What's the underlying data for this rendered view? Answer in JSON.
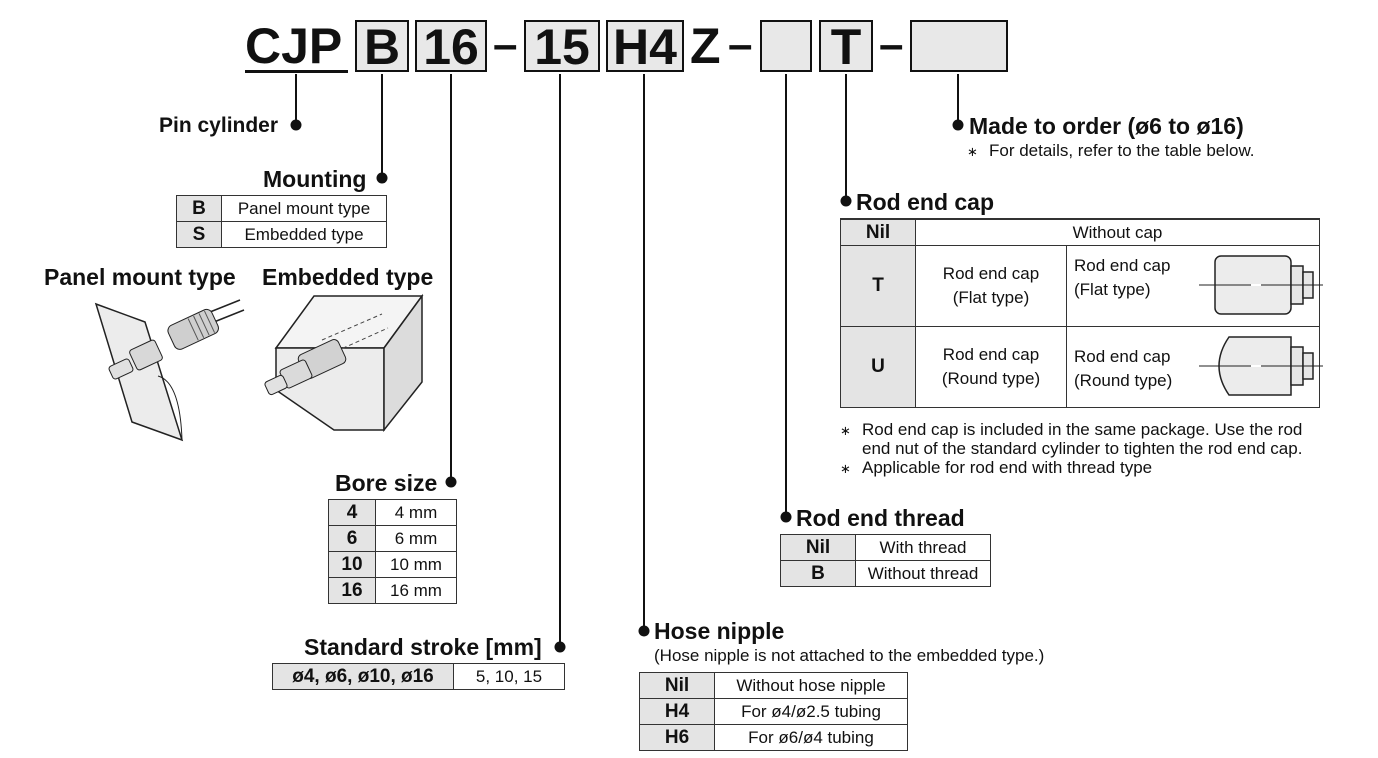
{
  "model_code": {
    "prefix": "CJP",
    "mounting": "B",
    "bore": "16",
    "dash1": "–",
    "stroke": "15",
    "nipple": "H4",
    "suffix": "Z",
    "dash2": "–",
    "thread": "",
    "cap": "T",
    "dash3": "–",
    "order": ""
  },
  "pin_cylinder": {
    "title": "Pin cylinder"
  },
  "mounting": {
    "title": "Mounting",
    "rows": [
      {
        "code": "B",
        "desc": "Panel mount type"
      },
      {
        "code": "S",
        "desc": "Embedded type"
      }
    ]
  },
  "illustrations": {
    "panel_label": "Panel mount type",
    "embedded_label": "Embedded type"
  },
  "bore_size": {
    "title": "Bore size",
    "rows": [
      {
        "code": "4",
        "desc": "4 mm"
      },
      {
        "code": "6",
        "desc": "6 mm"
      },
      {
        "code": "10",
        "desc": "10 mm"
      },
      {
        "code": "16",
        "desc": "16 mm"
      }
    ]
  },
  "standard_stroke": {
    "title": "Standard stroke [mm]",
    "bores": "ø4, ø6, ø10, ø16",
    "strokes": "5, 10, 15"
  },
  "hose_nipple": {
    "title": "Hose nipple",
    "subtitle": "(Hose nipple is not attached to the embedded type.)",
    "rows": [
      {
        "code": "Nil",
        "desc": "Without hose nipple"
      },
      {
        "code": "H4",
        "desc": "For ø4/ø2.5 tubing"
      },
      {
        "code": "H6",
        "desc": "For ø6/ø4 tubing"
      }
    ]
  },
  "rod_end_thread": {
    "title": "Rod end thread",
    "rows": [
      {
        "code": "Nil",
        "desc": "With thread"
      },
      {
        "code": "B",
        "desc": "Without thread"
      }
    ]
  },
  "rod_end_cap": {
    "title": "Rod end cap",
    "nil": {
      "code": "Nil",
      "desc": "Without cap"
    },
    "t": {
      "code": "T",
      "name1": "Rod end cap",
      "name2": "(Flat type)",
      "fig1": "Rod end cap",
      "fig2": "(Flat type)"
    },
    "u": {
      "code": "U",
      "name1": "Rod end cap",
      "name2": "(Round type)",
      "fig1": "Rod end cap",
      "fig2": "(Round type)"
    },
    "note_mark": "∗",
    "note1a": "Rod end cap is included in the same package. Use the rod",
    "note1b": "end nut of the standard cylinder to tighten the rod end cap.",
    "note2": "Applicable for rod end with thread type"
  },
  "made_to_order": {
    "title": "Made to order (ø6 to ø16)",
    "note_mark": "∗",
    "note": "For details, refer to the table below."
  }
}
